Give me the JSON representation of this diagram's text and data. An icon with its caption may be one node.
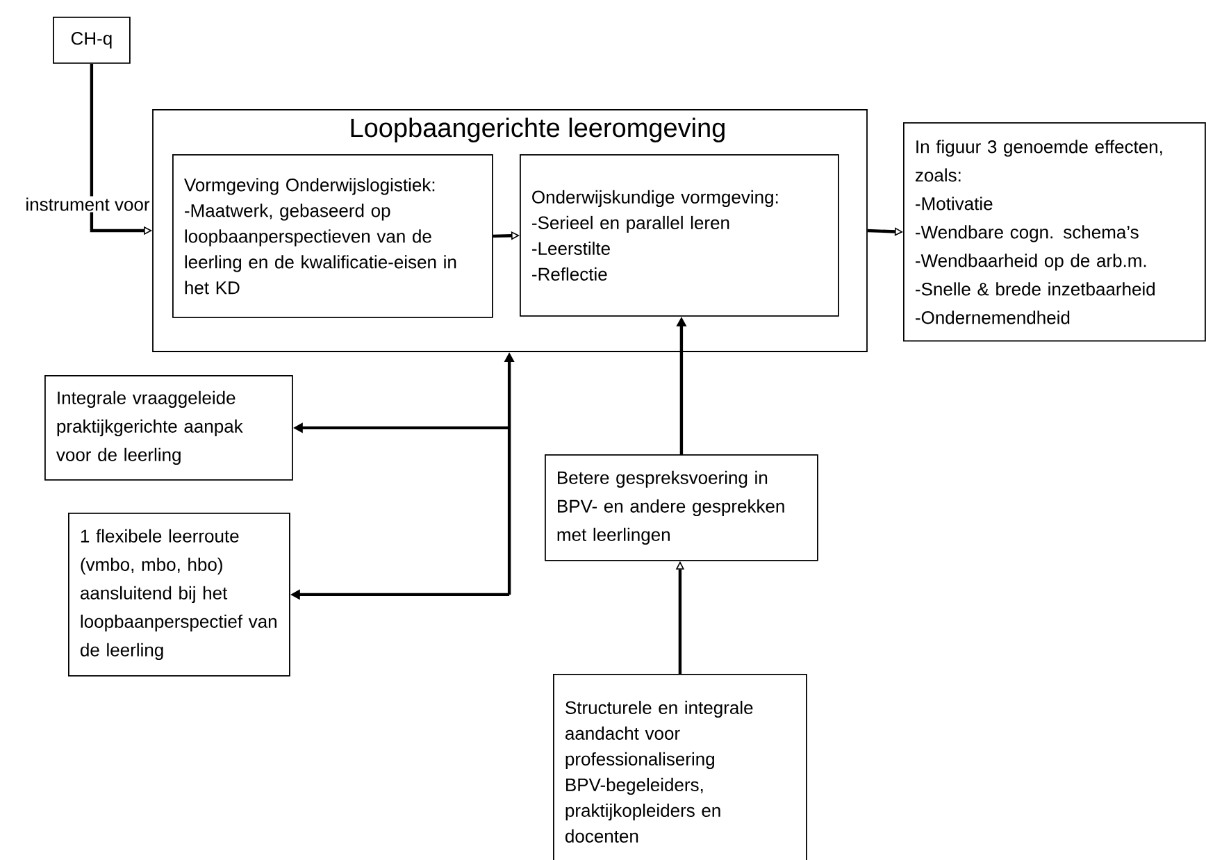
{
  "diagram": {
    "nodes": [
      {
        "text": [
          "CH-q"
        ]
      },
      {
        "text": [
          "Loopbaangerichte leeromgeving"
        ]
      },
      {
        "text": [
          "Vormgeving Onderwijslogistiek:",
          "-Maatwerk, gebaseerd op loopbaanperspectieven van de leerling en de kwalificatie-eisen in het KD"
        ],
        "in": 1
      },
      {
        "text": [
          "Onderwijskundige vormgeving:",
          "-Serieel en parallel leren",
          "-Leerstilte",
          "-Reflectie"
        ],
        "in": 1
      },
      {
        "text": [
          "In figuur 3 genoemde effecten, zoals:",
          "-Motivatie",
          "-Wendbare cogn. schema’s",
          "-Wendbaarheid op de arb.m.",
          "-Snelle & brede inzetbaarheid",
          "-Ondernemendheid"
        ]
      },
      {
        "text": [
          "Integrale vraaggeleide praktijkgerichte aanpak voor de leerling"
        ]
      },
      {
        "text": [
          "1 flexibele leerroute (vmbo, mbo, hbo) aansluitend bij het loopbaanperspectief van de leerling"
        ]
      },
      {
        "text": [
          "Betere gespreksvoering in BPV- en andere gesprekken met leerlingen"
        ]
      },
      {
        "text": [
          "Structurele en integrale aandacht voor professionalisering BPV-begeleiders, praktijkopleiders en docenten"
        ]
      }
    ],
    "edges": [
      {
        "from": 0,
        "to": 1,
        "arrow": "to",
        "label": "instrument voor"
      },
      {
        "from": 2,
        "to": 3,
        "arrow": "to"
      },
      {
        "from": 1,
        "to": 4,
        "arrow": "to"
      },
      {
        "from": 1,
        "to": 5,
        "arrow": "both"
      },
      {
        "from": 1,
        "to": 6,
        "arrow": "both"
      },
      {
        "from": 7,
        "to": 3,
        "arrow": "to"
      },
      {
        "from": 8,
        "to": 7,
        "arrow": "to"
      }
    ]
  }
}
